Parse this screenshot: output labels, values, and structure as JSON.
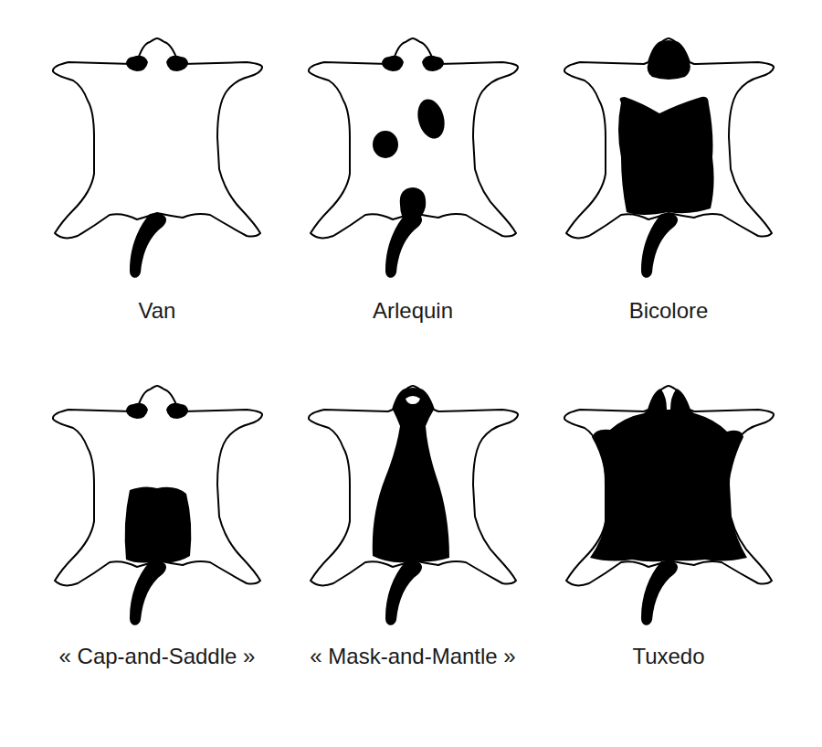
{
  "diagram": {
    "labels": [
      "Van",
      "Arlequin",
      "Bicolore",
      "« Cap-and-Saddle »",
      "« Mask-and-Mantle »",
      "Tuxedo"
    ]
  }
}
